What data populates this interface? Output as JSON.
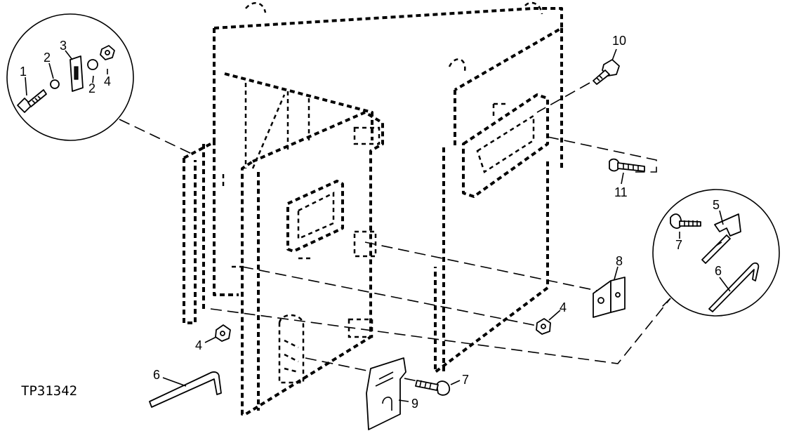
{
  "figure_code": "TP31342",
  "callouts": [
    "1",
    "2",
    "3",
    "2",
    "4",
    "10",
    "11",
    "5",
    "7",
    "6",
    "8",
    "4",
    "4",
    "6",
    "7",
    "9"
  ]
}
